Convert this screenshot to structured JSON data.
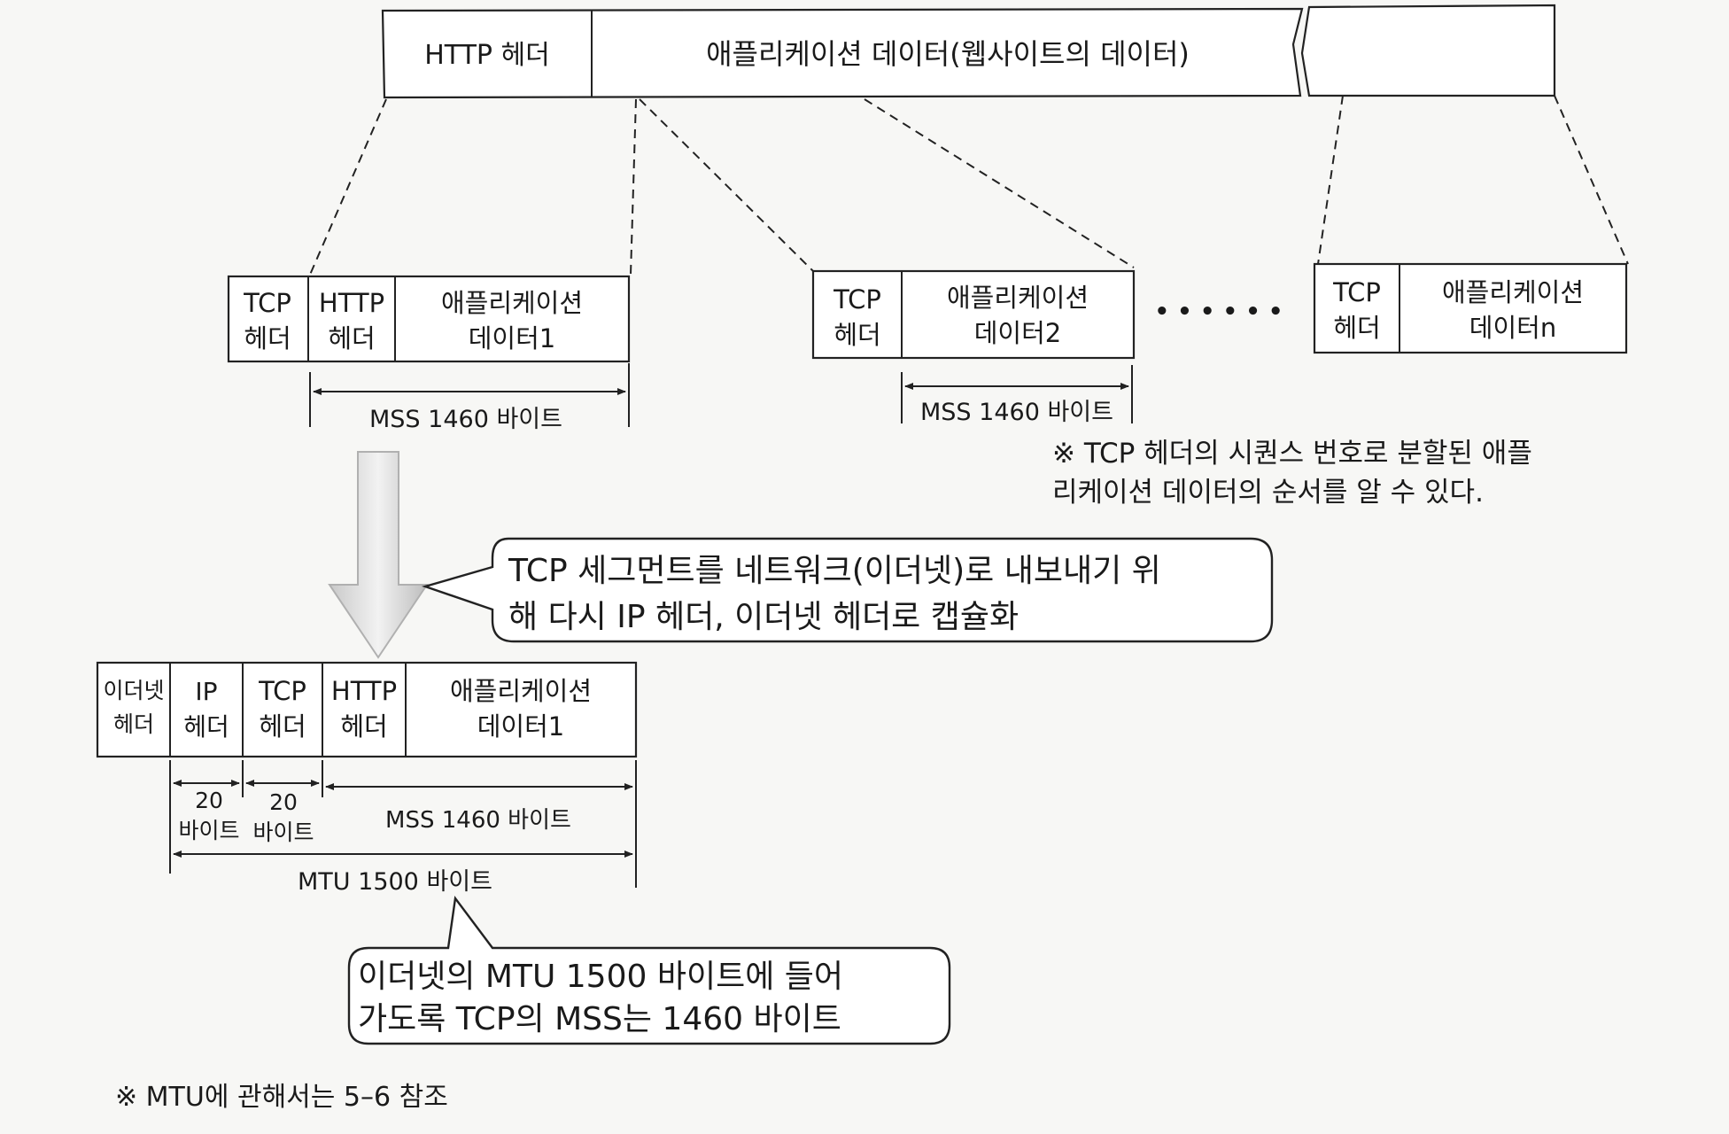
{
  "top_packet": {
    "http_header": "HTTP 헤더",
    "app_data": "애플리케이션 데이터(웹사이트의 데이터)"
  },
  "segment1": {
    "tcp_header": [
      "TCP",
      "헤더"
    ],
    "http_header": [
      "HTTP",
      "헤더"
    ],
    "app_data": [
      "애플리케이션",
      "데이터1"
    ],
    "mss": "MSS 1460 바이트"
  },
  "segment2": {
    "tcp_header": [
      "TCP",
      "헤더"
    ],
    "app_data": [
      "애플리케이션",
      "데이터2"
    ],
    "mss": "MSS 1460 바이트"
  },
  "ellipsis": "• • • • • •",
  "segment_n": {
    "tcp_header": [
      "TCP",
      "헤더"
    ],
    "app_data": [
      "애플리케이션",
      "데이터n"
    ]
  },
  "sequence_note": [
    "※ TCP 헤더의 시퀀스 번호로 분할된 애플",
    "리케이션 데이터의 순서를 알 수 있다."
  ],
  "encap_callout": [
    "TCP 세그먼트를 네트워크(이더넷)로 내보내기 위",
    "해 다시 IP 헤더, 이더넷 헤더로 캡슐화"
  ],
  "frame": {
    "eth_header": [
      "이더넷",
      "헤더"
    ],
    "ip_header": [
      "IP",
      "헤더"
    ],
    "tcp_header": [
      "TCP",
      "헤더"
    ],
    "http_header": [
      "HTTP",
      "헤더"
    ],
    "app_data": [
      "애플리케이션",
      "데이터1"
    ],
    "ip_size": [
      "20",
      "바이트"
    ],
    "tcp_size": [
      "20",
      "바이트"
    ],
    "mss": "MSS 1460 바이트",
    "mtu": "MTU 1500 바이트"
  },
  "mtu_callout": [
    "이더넷의 MTU 1500 바이트에 들어",
    "가도록 TCP의 MSS는 1460 바이트"
  ],
  "footnote": "※ MTU에 관해서는 5–6 참조"
}
